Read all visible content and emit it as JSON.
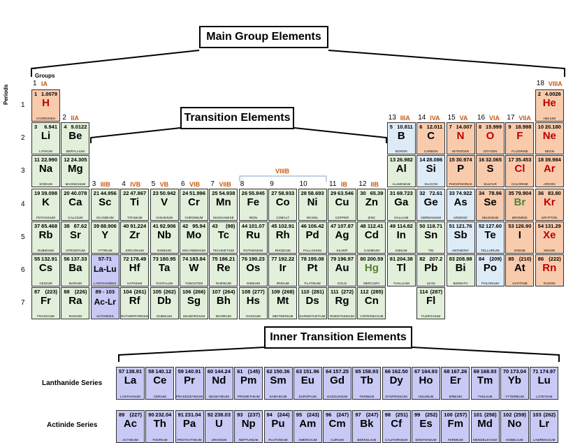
{
  "titles": {
    "main_group": "Main Group Elements",
    "transition": "Transition Elements",
    "inner_transition": "Inner Transition Elements"
  },
  "labels": {
    "groups": "Groups",
    "periods": "Periods",
    "viiib": "VIIIB",
    "lanthanide_series": "Lanthanide Series",
    "actinide_series": "Actinide Series"
  },
  "colors": {
    "alkali": "#f8cbad",
    "nonmetal": "#f8cbad",
    "noble": "#f8cbad",
    "metal": "#e2efda",
    "metalloid": "#ddebf7",
    "inner": "#c9c9f5",
    "gas_text": "#c00000",
    "liquid_text": "#548235",
    "group_text": "#c55a11"
  },
  "period_numbers": [
    "1",
    "2",
    "3",
    "4",
    "5",
    "6",
    "7"
  ],
  "group_headers": [
    {
      "num": "1",
      "roman": "IA",
      "col": 1,
      "row": 0
    },
    {
      "num": "2",
      "roman": "IIA",
      "col": 2,
      "row": 1
    },
    {
      "num": "3",
      "roman": "IIIB",
      "col": 3,
      "row": 3
    },
    {
      "num": "4",
      "roman": "IVB",
      "col": 4,
      "row": 3
    },
    {
      "num": "5",
      "roman": "VB",
      "col": 5,
      "row": 3
    },
    {
      "num": "6",
      "roman": "VIB",
      "col": 6,
      "row": 3
    },
    {
      "num": "7",
      "roman": "VIIB",
      "col": 7,
      "row": 3
    },
    {
      "num": "8",
      "roman": "",
      "col": 8,
      "row": 3
    },
    {
      "num": "9",
      "roman": "",
      "col": 9,
      "row": 3
    },
    {
      "num": "10",
      "roman": "",
      "col": 10,
      "row": 3
    },
    {
      "num": "11",
      "roman": "IB",
      "col": 11,
      "row": 3
    },
    {
      "num": "12",
      "roman": "IIB",
      "col": 12,
      "row": 3
    },
    {
      "num": "13",
      "roman": "IIIA",
      "col": 13,
      "row": 1
    },
    {
      "num": "14",
      "roman": "IVA",
      "col": 14,
      "row": 1
    },
    {
      "num": "15",
      "roman": "VA",
      "col": 15,
      "row": 1
    },
    {
      "num": "16",
      "roman": "VIA",
      "col": 16,
      "row": 1
    },
    {
      "num": "17",
      "roman": "VIIA",
      "col": 17,
      "row": 1
    },
    {
      "num": "18",
      "roman": "VIIIA",
      "col": 18,
      "row": 0
    }
  ],
  "elements": [
    {
      "n": "1",
      "m": "1.0079",
      "s": "H",
      "name": "HYDROGEN",
      "col": 1,
      "row": 1,
      "c": "nonmetal",
      "t": "gas"
    },
    {
      "n": "2",
      "m": "4.0026",
      "s": "He",
      "name": "HELIUM",
      "col": 18,
      "row": 1,
      "c": "noble",
      "t": "gas"
    },
    {
      "n": "3",
      "m": "6.941",
      "s": "Li",
      "name": "LITHIUM",
      "col": 1,
      "row": 2,
      "c": "metal"
    },
    {
      "n": "4",
      "m": "9.0122",
      "s": "Be",
      "name": "BERYLLIUM",
      "col": 2,
      "row": 2,
      "c": "metal"
    },
    {
      "n": "5",
      "m": "10.811",
      "s": "B",
      "name": "BORON",
      "col": 13,
      "row": 2,
      "c": "metalloid"
    },
    {
      "n": "6",
      "m": "12.011",
      "s": "C",
      "name": "CARBON",
      "col": 14,
      "row": 2,
      "c": "nonmetal"
    },
    {
      "n": "7",
      "m": "14.007",
      "s": "N",
      "name": "NITROGEN",
      "col": 15,
      "row": 2,
      "c": "nonmetal",
      "t": "gas"
    },
    {
      "n": "8",
      "m": "15.999",
      "s": "O",
      "name": "OXYGEN",
      "col": 16,
      "row": 2,
      "c": "nonmetal",
      "t": "gas"
    },
    {
      "n": "9",
      "m": "18.998",
      "s": "F",
      "name": "FLUORINE",
      "col": 17,
      "row": 2,
      "c": "nonmetal",
      "t": "gas"
    },
    {
      "n": "10",
      "m": "20.180",
      "s": "Ne",
      "name": "NEON",
      "col": 18,
      "row": 2,
      "c": "noble",
      "t": "gas"
    },
    {
      "n": "11",
      "m": "22.990",
      "s": "Na",
      "name": "SODIUM",
      "col": 1,
      "row": 3,
      "c": "metal"
    },
    {
      "n": "12",
      "m": "24.305",
      "s": "Mg",
      "name": "MAGNESIUM",
      "col": 2,
      "row": 3,
      "c": "metal"
    },
    {
      "n": "13",
      "m": "26.982",
      "s": "Al",
      "name": "ALUMINIUM",
      "col": 13,
      "row": 3,
      "c": "metal"
    },
    {
      "n": "14",
      "m": "28.086",
      "s": "Si",
      "name": "SILICON",
      "col": 14,
      "row": 3,
      "c": "metalloid"
    },
    {
      "n": "15",
      "m": "30.974",
      "s": "P",
      "name": "PHOSPHORUS",
      "col": 15,
      "row": 3,
      "c": "nonmetal"
    },
    {
      "n": "16",
      "m": "32.065",
      "s": "S",
      "name": "SULFUR",
      "col": 16,
      "row": 3,
      "c": "nonmetal"
    },
    {
      "n": "17",
      "m": "35.453",
      "s": "Cl",
      "name": "CHLORINE",
      "col": 17,
      "row": 3,
      "c": "nonmetal",
      "t": "gas"
    },
    {
      "n": "18",
      "m": "39.984",
      "s": "Ar",
      "name": "ARGON",
      "col": 18,
      "row": 3,
      "c": "noble",
      "t": "gas"
    },
    {
      "n": "19",
      "m": "39.098",
      "s": "K",
      "name": "POTASSIUM",
      "col": 1,
      "row": 4,
      "c": "metal"
    },
    {
      "n": "20",
      "m": "40.078",
      "s": "Ca",
      "name": "CALCIUM",
      "col": 2,
      "row": 4,
      "c": "metal"
    },
    {
      "n": "21",
      "m": "44.956",
      "s": "Sc",
      "name": "SCANDIUM",
      "col": 3,
      "row": 4,
      "c": "metal"
    },
    {
      "n": "22",
      "m": "47.867",
      "s": "Ti",
      "name": "TITANIUM",
      "col": 4,
      "row": 4,
      "c": "metal"
    },
    {
      "n": "23",
      "m": "50.942",
      "s": "V",
      "name": "VANADIUM",
      "col": 5,
      "row": 4,
      "c": "metal"
    },
    {
      "n": "24",
      "m": "51.996",
      "s": "Cr",
      "name": "CHROMIUM",
      "col": 6,
      "row": 4,
      "c": "metal"
    },
    {
      "n": "25",
      "m": "54.938",
      "s": "Mn",
      "name": "MANGANESE",
      "col": 7,
      "row": 4,
      "c": "metal"
    },
    {
      "n": "26",
      "m": "55.845",
      "s": "Fe",
      "name": "IRON",
      "col": 8,
      "row": 4,
      "c": "metal"
    },
    {
      "n": "27",
      "m": "58.933",
      "s": "Co",
      "name": "COBALT",
      "col": 9,
      "row": 4,
      "c": "metal"
    },
    {
      "n": "28",
      "m": "58.693",
      "s": "Ni",
      "name": "NICKEL",
      "col": 10,
      "row": 4,
      "c": "metal"
    },
    {
      "n": "29",
      "m": "63.546",
      "s": "Cu",
      "name": "COPPER",
      "col": 11,
      "row": 4,
      "c": "metal"
    },
    {
      "n": "30",
      "m": "65.39",
      "s": "Zn",
      "name": "ZINC",
      "col": 12,
      "row": 4,
      "c": "metal"
    },
    {
      "n": "31",
      "m": "69.723",
      "s": "Ga",
      "name": "GALLIUM",
      "col": 13,
      "row": 4,
      "c": "metal"
    },
    {
      "n": "32",
      "m": "72.61",
      "s": "Ge",
      "name": "GERMANIUM",
      "col": 14,
      "row": 4,
      "c": "metalloid"
    },
    {
      "n": "33",
      "m": "74.922",
      "s": "As",
      "name": "ARSENIC",
      "col": 15,
      "row": 4,
      "c": "metalloid"
    },
    {
      "n": "34",
      "m": "78.96",
      "s": "Se",
      "name": "SELENIUM",
      "col": 16,
      "row": 4,
      "c": "nonmetal"
    },
    {
      "n": "35",
      "m": "79.904",
      "s": "Br",
      "name": "BROMINE",
      "col": 17,
      "row": 4,
      "c": "nonmetal",
      "t": "liquid"
    },
    {
      "n": "36",
      "m": "83.80",
      "s": "Kr",
      "name": "KRYPTON",
      "col": 18,
      "row": 4,
      "c": "noble",
      "t": "gas"
    },
    {
      "n": "37",
      "m": "85.468",
      "s": "Rb",
      "name": "RUBIDIUM",
      "col": 1,
      "row": 5,
      "c": "metal"
    },
    {
      "n": "38",
      "m": "87.62",
      "s": "Sr",
      "name": "STRONTIUM",
      "col": 2,
      "row": 5,
      "c": "metal"
    },
    {
      "n": "39",
      "m": "88.906",
      "s": "Y",
      "name": "YTTRIUM",
      "col": 3,
      "row": 5,
      "c": "metal"
    },
    {
      "n": "40",
      "m": "91.224",
      "s": "Zr",
      "name": "ZIRCONIUM",
      "col": 4,
      "row": 5,
      "c": "metal"
    },
    {
      "n": "41",
      "m": "92.906",
      "s": "Nb",
      "name": "NIOBIUM",
      "col": 5,
      "row": 5,
      "c": "metal"
    },
    {
      "n": "42",
      "m": "95.94",
      "s": "Mo",
      "name": "MOLYBDENUM",
      "col": 6,
      "row": 5,
      "c": "metal"
    },
    {
      "n": "43",
      "m": "(98)",
      "s": "Tc",
      "name": "TECHNETIUM",
      "col": 7,
      "row": 5,
      "c": "metal"
    },
    {
      "n": "44",
      "m": "101.07",
      "s": "Ru",
      "name": "RUTHENIUM",
      "col": 8,
      "row": 5,
      "c": "metal"
    },
    {
      "n": "45",
      "m": "102.91",
      "s": "Rh",
      "name": "RHODIUM",
      "col": 9,
      "row": 5,
      "c": "metal"
    },
    {
      "n": "46",
      "m": "106.42",
      "s": "Pd",
      "name": "PALLADIUM",
      "col": 10,
      "row": 5,
      "c": "metal"
    },
    {
      "n": "47",
      "m": "107.87",
      "s": "Ag",
      "name": "SILVER",
      "col": 11,
      "row": 5,
      "c": "metal"
    },
    {
      "n": "48",
      "m": "112.41",
      "s": "Cd",
      "name": "CADMIUM",
      "col": 12,
      "row": 5,
      "c": "metal"
    },
    {
      "n": "49",
      "m": "114.82",
      "s": "In",
      "name": "INDIUM",
      "col": 13,
      "row": 5,
      "c": "metal"
    },
    {
      "n": "50",
      "m": "118.71",
      "s": "Sn",
      "name": "TIN",
      "col": 14,
      "row": 5,
      "c": "metal"
    },
    {
      "n": "51",
      "m": "121.76",
      "s": "Sb",
      "name": "ANTIMONY",
      "col": 15,
      "row": 5,
      "c": "metalloid"
    },
    {
      "n": "52",
      "m": "127.60",
      "s": "Te",
      "name": "TELLURIUM",
      "col": 16,
      "row": 5,
      "c": "metalloid"
    },
    {
      "n": "53",
      "m": "126.90",
      "s": "I",
      "name": "IODINE",
      "col": 17,
      "row": 5,
      "c": "nonmetal"
    },
    {
      "n": "54",
      "m": "131.29",
      "s": "Xe",
      "name": "XENON",
      "col": 18,
      "row": 5,
      "c": "noble",
      "t": "gas"
    },
    {
      "n": "55",
      "m": "132.91",
      "s": "Cs",
      "name": "CESIUM",
      "col": 1,
      "row": 6,
      "c": "metal"
    },
    {
      "n": "56",
      "m": "137.33",
      "s": "Ba",
      "name": "BARIUM",
      "col": 2,
      "row": 6,
      "c": "metal"
    },
    {
      "n": "57-71",
      "m": "",
      "s": "La-Lu",
      "name": "LANTHANIDES",
      "col": 3,
      "row": 6,
      "c": "inner",
      "ctr": true
    },
    {
      "n": "72",
      "m": "178.49",
      "s": "Hf",
      "name": "HAFNIUM",
      "col": 4,
      "row": 6,
      "c": "metal"
    },
    {
      "n": "73",
      "m": "180.95",
      "s": "Ta",
      "name": "TANTALUM",
      "col": 5,
      "row": 6,
      "c": "metal"
    },
    {
      "n": "74",
      "m": "183.84",
      "s": "W",
      "name": "TUNGSTEN",
      "col": 6,
      "row": 6,
      "c": "metal"
    },
    {
      "n": "75",
      "m": "186.21",
      "s": "Re",
      "name": "RHENIUM",
      "col": 7,
      "row": 6,
      "c": "metal"
    },
    {
      "n": "76",
      "m": "190.23",
      "s": "Os",
      "name": "OSMIUM",
      "col": 8,
      "row": 6,
      "c": "metal"
    },
    {
      "n": "77",
      "m": "192.22",
      "s": "Ir",
      "name": "IRIDIUM",
      "col": 9,
      "row": 6,
      "c": "metal"
    },
    {
      "n": "78",
      "m": "195.08",
      "s": "Pt",
      "name": "PLATINUM",
      "col": 10,
      "row": 6,
      "c": "metal"
    },
    {
      "n": "79",
      "m": "196.97",
      "s": "Au",
      "name": "GOLD",
      "col": 11,
      "row": 6,
      "c": "metal"
    },
    {
      "n": "80",
      "m": "200.59",
      "s": "Hg",
      "name": "MERCURY",
      "col": 12,
      "row": 6,
      "c": "metal",
      "t": "liquid"
    },
    {
      "n": "81",
      "m": "204.38",
      "s": "Tl",
      "name": "THALLIUM",
      "col": 13,
      "row": 6,
      "c": "metal"
    },
    {
      "n": "82",
      "m": "207.2",
      "s": "Pb",
      "name": "LEAD",
      "col": 14,
      "row": 6,
      "c": "metal"
    },
    {
      "n": "83",
      "m": "208.98",
      "s": "Bi",
      "name": "BISMUTH",
      "col": 15,
      "row": 6,
      "c": "metal"
    },
    {
      "n": "84",
      "m": "(209)",
      "s": "Po",
      "name": "POLONIUM",
      "col": 16,
      "row": 6,
      "c": "metalloid"
    },
    {
      "n": "85",
      "m": "(210)",
      "s": "At",
      "name": "ASTATINE",
      "col": 17,
      "row": 6,
      "c": "nonmetal"
    },
    {
      "n": "86",
      "m": "(222)",
      "s": "Rn",
      "name": "RADON",
      "col": 18,
      "row": 6,
      "c": "noble",
      "t": "gas"
    },
    {
      "n": "87",
      "m": "(223)",
      "s": "Fr",
      "name": "FRANCIUM",
      "col": 1,
      "row": 7,
      "c": "metal"
    },
    {
      "n": "88",
      "m": "(226)",
      "s": "Ra",
      "name": "RADIUM",
      "col": 2,
      "row": 7,
      "c": "metal"
    },
    {
      "n": "89 - 103",
      "m": "",
      "s": "Ac-Lr",
      "name": "ACTINIDES",
      "col": 3,
      "row": 7,
      "c": "inner",
      "ctr": true
    },
    {
      "n": "104",
      "m": "(261)",
      "s": "Rf",
      "name": "RUTHERFORDIUM",
      "col": 4,
      "row": 7,
      "c": "metal"
    },
    {
      "n": "105",
      "m": "(262)",
      "s": "Db",
      "name": "DUBNIUM",
      "col": 5,
      "row": 7,
      "c": "metal"
    },
    {
      "n": "106",
      "m": "(266)",
      "s": "Sg",
      "name": "SEABORGIUM",
      "col": 6,
      "row": 7,
      "c": "metal"
    },
    {
      "n": "107",
      "m": "(264)",
      "s": "Bh",
      "name": "BOHRIUM",
      "col": 7,
      "row": 7,
      "c": "metal"
    },
    {
      "n": "108",
      "m": "(277)",
      "s": "Hs",
      "name": "HASSIUM",
      "col": 8,
      "row": 7,
      "c": "metal"
    },
    {
      "n": "109",
      "m": "(268)",
      "s": "Mt",
      "name": "MEITNERIUM",
      "col": 9,
      "row": 7,
      "c": "metal"
    },
    {
      "n": "110",
      "m": "(281)",
      "s": "Ds",
      "name": "DARMSTADTIUM",
      "col": 10,
      "row": 7,
      "c": "metal"
    },
    {
      "n": "111",
      "m": "(272)",
      "s": "Rg",
      "name": "ROENTGENIUM",
      "col": 11,
      "row": 7,
      "c": "metal"
    },
    {
      "n": "112",
      "m": "(285)",
      "s": "Cn",
      "name": "COPERNICIUM",
      "col": 12,
      "row": 7,
      "c": "metal"
    },
    {
      "n": "114",
      "m": "(287)",
      "s": "Fl",
      "name": "FLEROVIUM",
      "col": 14,
      "row": 7,
      "c": "metal"
    }
  ],
  "lanthanides": [
    {
      "n": "57",
      "m": "138.91",
      "s": "La",
      "name": "LANTHANUM"
    },
    {
      "n": "58",
      "m": "140.12",
      "s": "Ce",
      "name": "CERIUM"
    },
    {
      "n": "59",
      "m": "140.91",
      "s": "Pr",
      "name": "PRASEODYMIUM"
    },
    {
      "n": "60",
      "m": "144.24",
      "s": "Nd",
      "name": "NEODYMIUM"
    },
    {
      "n": "61",
      "m": "(145)",
      "s": "Pm",
      "name": "PROMETHIUM"
    },
    {
      "n": "62",
      "m": "150.36",
      "s": "Sm",
      "name": "SAMARIUM"
    },
    {
      "n": "63",
      "m": "151.96",
      "s": "Eu",
      "name": "EUROPIUM"
    },
    {
      "n": "64",
      "m": "157.25",
      "s": "Gd",
      "name": "GADOLINIUM"
    },
    {
      "n": "65",
      "m": "158.93",
      "s": "Tb",
      "name": "TERBIUM"
    },
    {
      "n": "66",
      "m": "162.50",
      "s": "Dy",
      "name": "DYSPROSIUM"
    },
    {
      "n": "67",
      "m": "164.93",
      "s": "Ho",
      "name": "HOLMIUM"
    },
    {
      "n": "68",
      "m": "167.26",
      "s": "Er",
      "name": "ERBIUM"
    },
    {
      "n": "69",
      "m": "168.93",
      "s": "Tm",
      "name": "THULIUM"
    },
    {
      "n": "70",
      "m": "173.04",
      "s": "Yb",
      "name": "YTTERBIUM"
    },
    {
      "n": "71",
      "m": "174.97",
      "s": "Lu",
      "name": "LUTETIUM"
    }
  ],
  "actinides": [
    {
      "n": "89",
      "m": "(227)",
      "s": "Ac",
      "name": "ACTINIUM"
    },
    {
      "n": "90",
      "m": "232.04",
      "s": "Th",
      "name": "THORIUM"
    },
    {
      "n": "91",
      "m": "231.04",
      "s": "Pa",
      "name": "PROTACTINIUM"
    },
    {
      "n": "92",
      "m": "238.03",
      "s": "U",
      "name": "URANIUM"
    },
    {
      "n": "93",
      "m": "(237)",
      "s": "Np",
      "name": "NEPTUNIUM"
    },
    {
      "n": "94",
      "m": "(244)",
      "s": "Pu",
      "name": "PLUTONIUM"
    },
    {
      "n": "95",
      "m": "(243)",
      "s": "Am",
      "name": "AMERICIUM"
    },
    {
      "n": "96",
      "m": "(247)",
      "s": "Cm",
      "name": "CURIUM"
    },
    {
      "n": "97",
      "m": "(247)",
      "s": "Bk",
      "name": "BERKELIUM"
    },
    {
      "n": "98",
      "m": "(251)",
      "s": "Cf",
      "name": "CALIFORNIUM"
    },
    {
      "n": "99",
      "m": "(252)",
      "s": "Es",
      "name": "EINSTEINIUM"
    },
    {
      "n": "100",
      "m": "(257)",
      "s": "Fm",
      "name": "FERMIUM"
    },
    {
      "n": "101",
      "m": "(258)",
      "s": "Md",
      "name": "MENDELEVIUM"
    },
    {
      "n": "102",
      "m": "(259)",
      "s": "No",
      "name": "NOBELIUM"
    },
    {
      "n": "103",
      "m": "(262)",
      "s": "Lr",
      "name": "LAWRENCIUM"
    }
  ]
}
